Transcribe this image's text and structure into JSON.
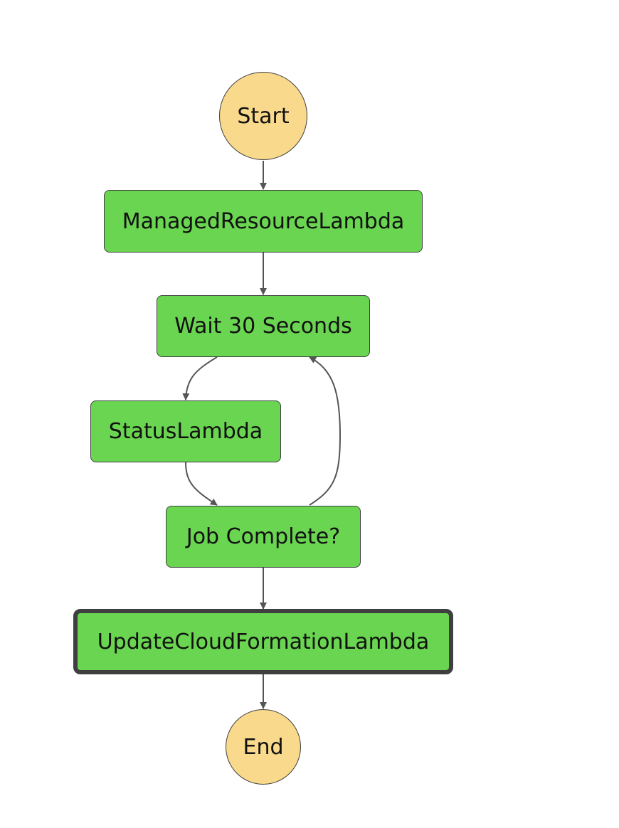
{
  "colors": {
    "terminal_fill": "#f9d98b",
    "state_fill": "#6ad551",
    "border": "#3f3f3f",
    "edge": "#555555"
  },
  "nodes": {
    "start": {
      "label": "Start",
      "kind": "terminal"
    },
    "managed_resource_lambda": {
      "label": "ManagedResourceLambda",
      "kind": "task"
    },
    "wait_30_seconds": {
      "label": "Wait 30 Seconds",
      "kind": "wait"
    },
    "status_lambda": {
      "label": "StatusLambda",
      "kind": "task"
    },
    "job_complete": {
      "label": "Job Complete?",
      "kind": "choice"
    },
    "update_cloudformation_lambda": {
      "label": "UpdateCloudFormationLambda",
      "kind": "task",
      "selected": true
    },
    "end": {
      "label": "End",
      "kind": "terminal"
    }
  },
  "edges": [
    {
      "from": "start",
      "to": "managed_resource_lambda"
    },
    {
      "from": "managed_resource_lambda",
      "to": "wait_30_seconds"
    },
    {
      "from": "wait_30_seconds",
      "to": "status_lambda"
    },
    {
      "from": "status_lambda",
      "to": "job_complete"
    },
    {
      "from": "job_complete",
      "to": "wait_30_seconds"
    },
    {
      "from": "job_complete",
      "to": "update_cloudformation_lambda"
    },
    {
      "from": "update_cloudformation_lambda",
      "to": "end"
    }
  ]
}
